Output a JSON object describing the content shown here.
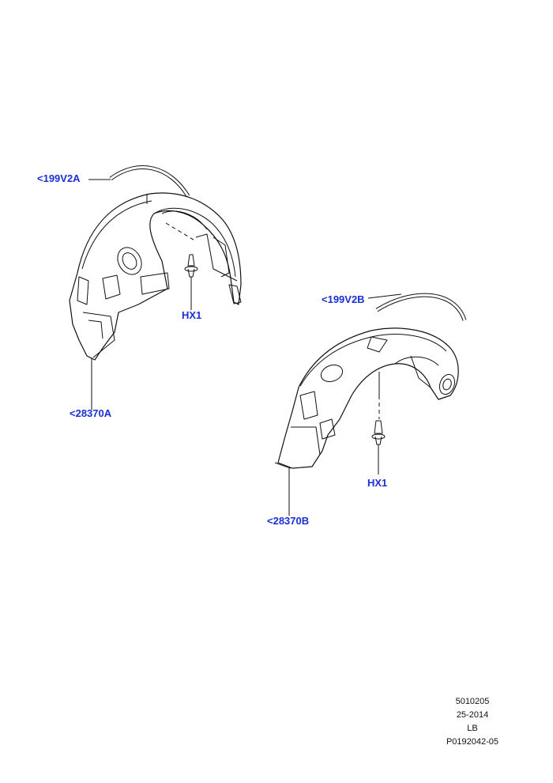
{
  "callouts": {
    "strip_a": "<199V2A",
    "liner_a": "<28370A",
    "clip_a": "HX1",
    "strip_b": "<199V2B",
    "liner_b": "<28370B",
    "clip_b": "HX1"
  },
  "reference": {
    "line1": "5010205",
    "line2": "25-2014",
    "line3": "LB",
    "line4": "P0192042-05"
  },
  "colors": {
    "callout": "#1a2fd6",
    "linework": "#111111"
  }
}
